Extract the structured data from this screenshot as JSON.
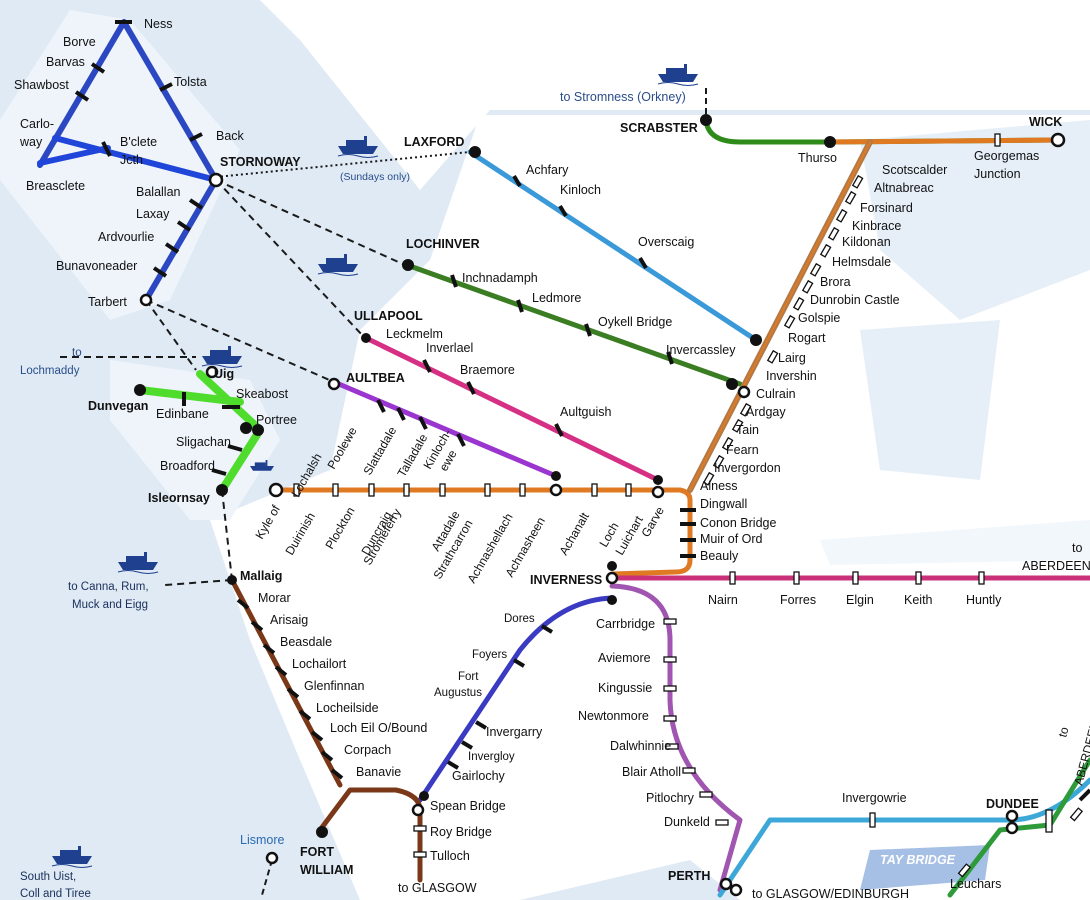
{
  "colors": {
    "sea": "#cfe0ef",
    "land": "#ffffff",
    "lewis_line": "#2b48c2",
    "carloway_line": "#2046d9",
    "wick_line": "#2e8b1a",
    "laxford_line": "#3a9ad9",
    "lochinver_line": "#3a7d22",
    "ullapool_line": "#d63084",
    "aultbea_line": "#9b35d0",
    "skye_line": "#4fdc2c",
    "kyle_line": "#e07a22",
    "far_north_line": "#b07a48",
    "aberdeen_line": "#c9327a",
    "highland_line": "#a056b0",
    "great_glen_line": "#3a3ac2",
    "west_highland_line": "#7a3818",
    "glasgow_line": "#7a3818",
    "tay_line": "#3da8d8",
    "dundee_green": "#2e9a3a",
    "ferry": "#1f3f8f",
    "label_blue": "#2a4d8a"
  },
  "stations": {
    "ness": "Ness",
    "borve": "Borve",
    "barvas": "Barvas",
    "shawbost": "Shawbost",
    "tolsta": "Tolsta",
    "carloway_1": "Carlo-",
    "carloway_2": "way",
    "bclete": "B'clete",
    "jcth": "Jcth",
    "back": "Back",
    "breasclete": "Breasclete",
    "stornoway": "STORNOWAY",
    "balallan": "Balallan",
    "laxay": "Laxay",
    "ardvourlie": "Ardvourlie",
    "bunavoneader": "Bunavoneader",
    "tarbert": "Tarbert",
    "uig": "Uig",
    "dunvegan": "Dunvegan",
    "edinbane": "Edinbane",
    "skeabost": "Skeabost",
    "portree": "Portree",
    "sligachan": "Sligachan",
    "broadford": "Broadford",
    "isleornsay": "Isleornsay",
    "mallaig": "Mallaig",
    "morar": "Morar",
    "arisaig": "Arisaig",
    "beasdale": "Beasdale",
    "lochailort": "Lochailort",
    "glenfinnan": "Glenfinnan",
    "locheilside": "Locheilside",
    "loch_eil": "Loch Eil O/Bound",
    "corpach": "Corpach",
    "banavie": "Banavie",
    "fort_william_1": "FORT",
    "fort_william_2": "WILLIAM",
    "lismore": "Lismore",
    "spean_bridge": "Spean Bridge",
    "roy_bridge": "Roy Bridge",
    "tulloch": "Tulloch",
    "to_glasgow": "to  GLASGOW",
    "gairlochy": "Gairlochy",
    "invergloy": "Invergloy",
    "invergarry": "Invergarry",
    "fort_augustus_1": "Fort",
    "fort_augustus_2": "Augustus",
    "foyers": "Foyers",
    "dores": "Dores",
    "laxford": "LAXFORD",
    "achfary": "Achfary",
    "kinloch": "Kinloch",
    "overscaig": "Overscaig",
    "lochinver": "LOCHINVER",
    "inchnadamph": "Inchnadamph",
    "ledmore": "Ledmore",
    "oykell_bridge": "Oykell Bridge",
    "invercassley": "Invercassley",
    "ullapool": "ULLAPOOL",
    "leckmelm": "Leckmelm",
    "inverlael": "Inverlael",
    "braemore": "Braemore",
    "aultguish": "Aultguish",
    "aultbea": "AULTBEA",
    "poolewe": "Poolewe",
    "slattadale": "Slattadale",
    "talladale": "Talladale",
    "kinlochewe_1": "Kinloch-",
    "kinlochewe_2": "ewe",
    "kyle_1": "Kyle of",
    "kyle_2": "Lochalsh",
    "duirinish": "Duirinish",
    "plockton": "Plockton",
    "duncraig": "Duncraig",
    "stromeferry": "Stromeferry",
    "attadale": "Attadale",
    "strathcarron": "Strathcarron",
    "achnashellach": "Achnashellach",
    "achnasheen": "Achnasheen",
    "achanalt": "Achanalt",
    "loch_luichart_1": "Loch",
    "loch_luichart_2": "Luichart",
    "garve": "Garve",
    "scrabster": "SCRABSTER",
    "to_stromness": "to Stromness (Orkney)",
    "thurso": "Thurso",
    "wick": "WICK",
    "georgemas_1": "Georgemas",
    "georgemas_2": "Junction",
    "scotscalder": "Scotscalder",
    "altnabreac": "Altnabreac",
    "forsinard": "Forsinard",
    "kinbrace": "Kinbrace",
    "kildonan": "Kildonan",
    "helmsdale": "Helmsdale",
    "brora": "Brora",
    "dunrobin": "Dunrobin Castle",
    "golspie": "Golspie",
    "rogart": "Rogart",
    "lairg": "Lairg",
    "invershin": "Invershin",
    "culrain": "Culrain",
    "ardgay": "Ardgay",
    "tain": "Tain",
    "fearn": "Fearn",
    "invergordon": "Invergordon",
    "alness": "Alness",
    "dingwall": "Dingwall",
    "conon_bridge": "Conon Bridge",
    "muir_of_ord": "Muir of Ord",
    "beauly": "Beauly",
    "inverness": "INVERNESS",
    "nairn": "Nairn",
    "forres": "Forres",
    "elgin": "Elgin",
    "keith": "Keith",
    "huntly": "Huntly",
    "to_1": "to",
    "aberdeen": "ABERDEEN",
    "carrbridge": "Carrbridge",
    "aviemore": "Aviemore",
    "kingussie": "Kingussie",
    "newtonmore": "Newtonmore",
    "dalwhinnie": "Dalwhinnie",
    "blair_atholl": "Blair Atholl",
    "pitlochry": "Pitlochry",
    "dunkeld": "Dunkeld",
    "perth": "PERTH",
    "to_glasgow_edinburgh": "to GLASGOW/EDINBURGH",
    "invergowrie": "Invergowrie",
    "dundee": "DUNDEE",
    "to_2": "to",
    "aberdeen_2": "ABERDEEN",
    "tay_bridge": "TAY BRIDGE",
    "leuchars": "Leuchars"
  },
  "ferry_labels": {
    "sundays_only": "(Sundays only)",
    "to_lochmaddy_1": "to",
    "to_lochmaddy_2": "Lochmaddy",
    "to_canna_1": "to Canna, Rum,",
    "to_canna_2": "Muck and Eigg",
    "south_uist_1": "South Uist,",
    "south_uist_2": "Coll and Tiree"
  }
}
